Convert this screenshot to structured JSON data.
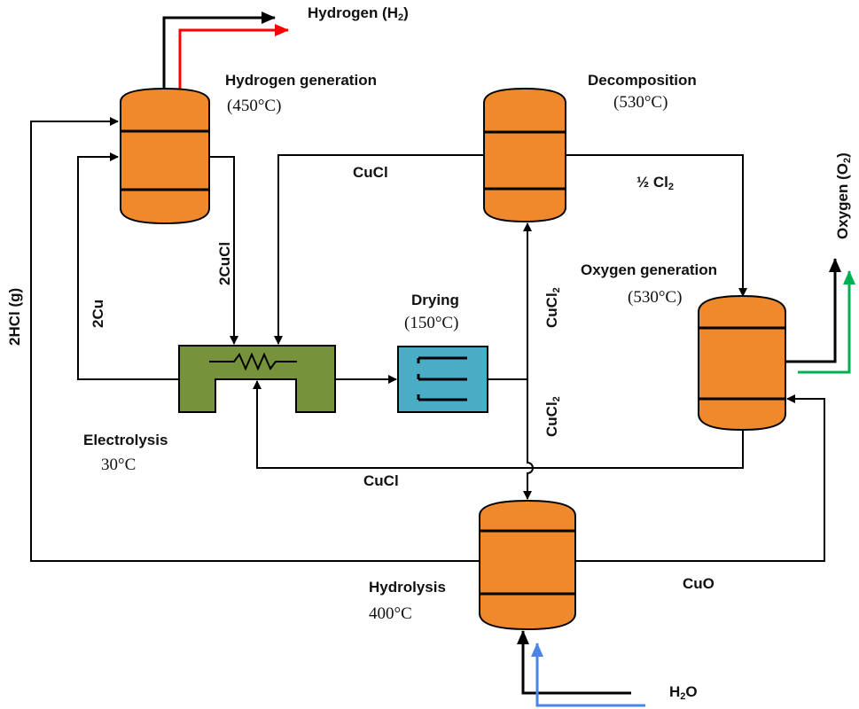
{
  "labels": {
    "hydrogen_out": "Hydrogen (H",
    "hydrogen_out_sub": "2",
    "hydrogen_out_end": ")",
    "hydrogen_gen_title": "Hydrogen generation",
    "hydrogen_gen_temp": "(450°C)",
    "decomposition_title": "Decomposition",
    "decomposition_temp": "(530°C)",
    "oxygen_out": "Oxygen (O",
    "oxygen_out_sub": "2",
    "oxygen_out_end": ")",
    "oxygen_gen_title": "Oxygen generation",
    "oxygen_gen_temp": "(530°C)",
    "drying_title": "Drying",
    "drying_temp": "(150°C)",
    "electrolysis_title": "Electrolysis",
    "electrolysis_temp": "30°C",
    "hydrolysis_title": "Hydrolysis",
    "hydrolysis_temp": "400°C",
    "cucl_top": "CuCl",
    "half_cl2": "½ Cl",
    "half_cl2_sub": "2",
    "two_cucl": "2CuCl",
    "two_cu": "2Cu",
    "two_hcl": "2HCl (g)",
    "cucl2_upper": "CuCl",
    "cucl2_upper_sub": "2",
    "cucl2_lower": "CuCl",
    "cucl2_lower_sub": "2",
    "cucl_bottom": "CuCl",
    "cuo": "CuO",
    "h2o": "H",
    "h2o_sub": "2",
    "h2o_end": "O"
  },
  "colors": {
    "vessel_fill": "#F0892C",
    "electrolysis_fill": "#76933C",
    "drying_fill": "#4BACC6",
    "hydrogen_arrow": "#FF0000",
    "oxygen_arrow": "#00B050",
    "water_arrow": "#4A86E8",
    "line": "#000000"
  }
}
